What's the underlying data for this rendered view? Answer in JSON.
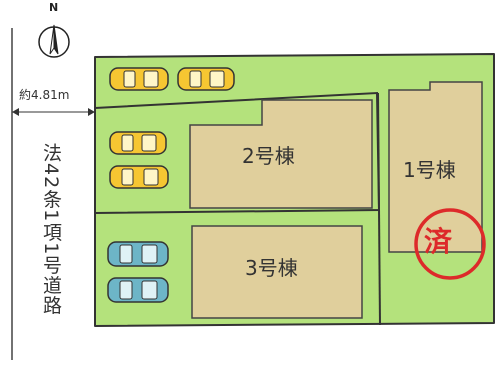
{
  "north": {
    "label": "N"
  },
  "road": {
    "width_label": "約4.81m",
    "label": "法42条1項1号道路"
  },
  "buildings": [
    {
      "id": "b1",
      "label": "1号棟",
      "status": "済"
    },
    {
      "id": "b2",
      "label": "2号棟"
    },
    {
      "id": "b3",
      "label": "3号棟"
    }
  ],
  "colors": {
    "lot_green": "#b4e27c",
    "building": "#e0cf9c",
    "car_yellow": "#f6c632",
    "car_blue": "#6db5c7",
    "sold_red": "#dd2a2a"
  }
}
